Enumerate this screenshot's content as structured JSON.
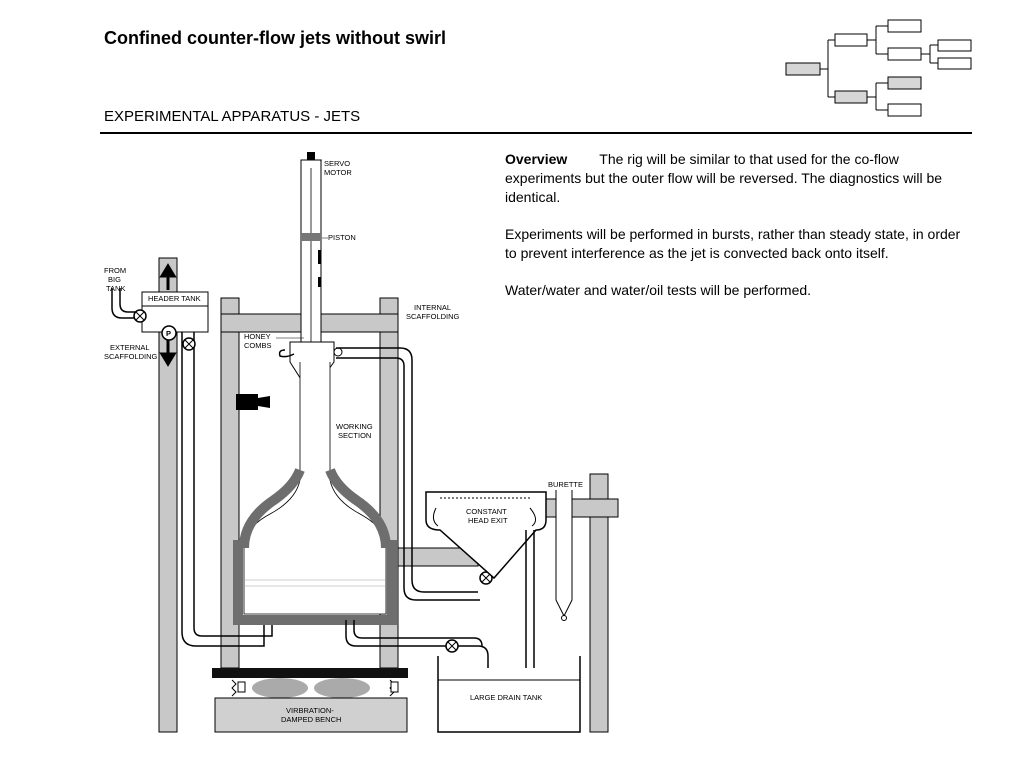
{
  "header": {
    "title": "Confined counter-flow jets without swirl",
    "subtitle": "EXPERIMENTAL APPARATUS - JETS"
  },
  "body": {
    "overview_label": "Overview",
    "para1": "The rig will be similar to that used for the co-flow experiments but the outer flow will be reversed. The diagnostics will be identical.",
    "para2": "Experiments will be performed in bursts, rather than steady state, in order to prevent interference as the jet is convected back onto itself.",
    "para3": "Water/water and water/oil tests will be performed."
  },
  "diagram": {
    "servo1": "SERVO",
    "servo2": "MOTOR",
    "piston": "PISTON",
    "from1": "FROM",
    "from2": "BIG",
    "from3": "TANK",
    "header_tank": "HEADER TANK",
    "internal1": "INTERNAL",
    "internal2": "SCAFFOLDING",
    "honey1": "HONEY",
    "honey2": "COMBS",
    "external1": "EXTERNAL",
    "external2": "SCAFFOLDING",
    "working1": "WORKING",
    "working2": "SECTION",
    "burette": "BURETTE",
    "constant1": "CONSTANT",
    "constant2": "HEAD EXIT",
    "pump": "P",
    "drain": "LARGE DRAIN TANK",
    "bench1": "VIRBRATION-",
    "bench2": "DAMPED BENCH"
  },
  "colors": {
    "scaffold": "#c8c8c8",
    "vessel": "#6e6e6e",
    "bench": "#d0d0d0",
    "tree_fill": "#d6d6d6"
  }
}
